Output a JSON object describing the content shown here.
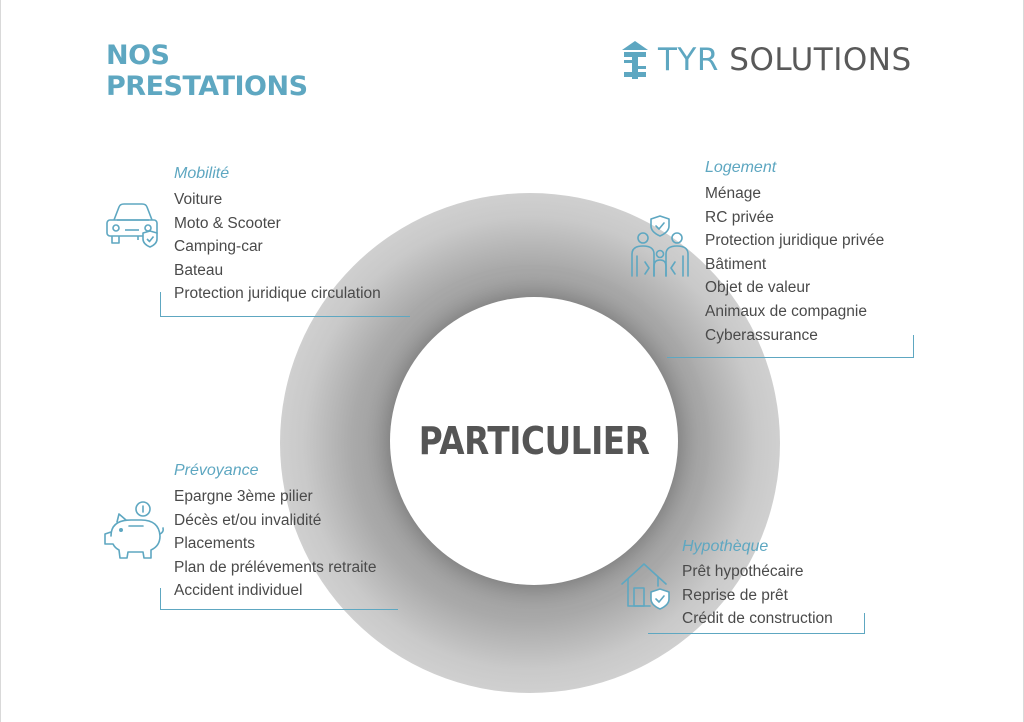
{
  "header": {
    "title_line1": "NOS",
    "title_line2": "PRESTATIONS"
  },
  "logo": {
    "brand_part1": "TYR",
    "brand_part2": "SOLUTIONS"
  },
  "center": {
    "label": "PARTICULIER"
  },
  "sections": {
    "mobilite": {
      "title": "Mobilité",
      "icon": "car-shield-icon",
      "items": [
        "Voiture",
        "Moto & Scooter",
        "Camping-car",
        "Bateau",
        "Protection juridique circulation"
      ]
    },
    "logement": {
      "title": "Logement",
      "icon": "family-shield-icon",
      "items": [
        "Ménage",
        "RC privée",
        "Protection juridique privée",
        "Bâtiment",
        "Objet de valeur",
        "Animaux de compagnie",
        "Cyberassurance"
      ]
    },
    "prevoyance": {
      "title": "Prévoyance",
      "icon": "piggy-bank-icon",
      "items": [
        "Epargne 3ème pilier",
        "Décès et/ou invalidité",
        "Placements",
        "Plan de prélévements retraite",
        "Accident individuel"
      ]
    },
    "hypotheque": {
      "title": "Hypothèque",
      "icon": "house-shield-icon",
      "items": [
        "Prêt hypothécaire",
        "Reprise de prêt",
        "Crédit de construction"
      ]
    }
  },
  "colors": {
    "accent": "#5ea7c1",
    "text": "#4a4a4a",
    "logo_text": "#595959",
    "ring": "#a9a9a9"
  }
}
